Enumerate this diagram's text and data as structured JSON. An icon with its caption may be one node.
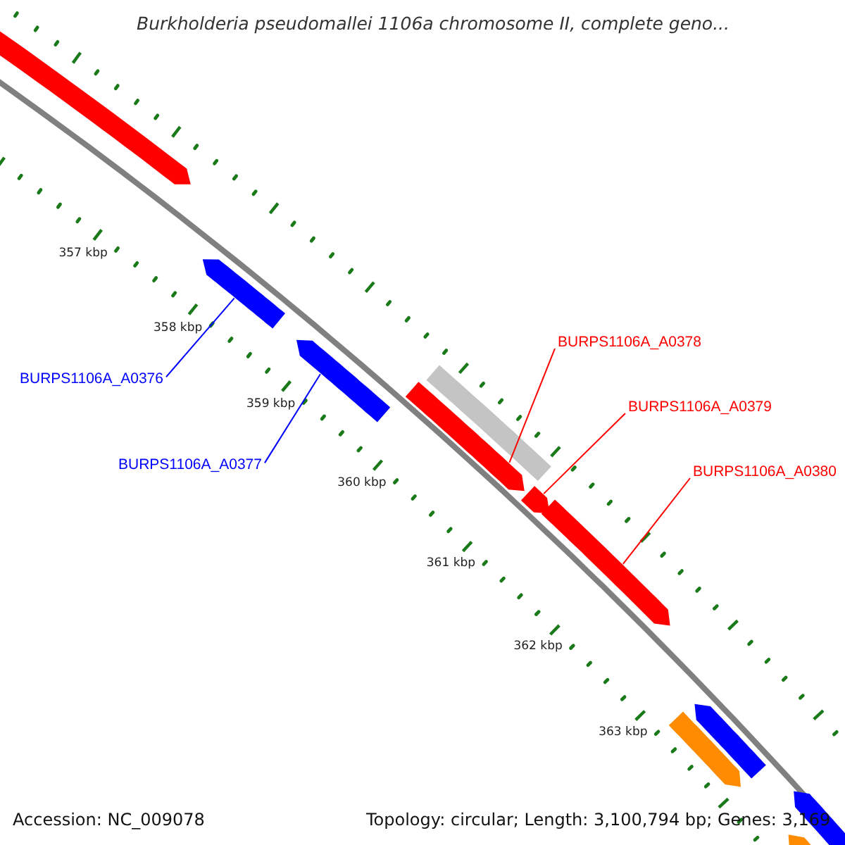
{
  "diagram": {
    "title": "Burkholderia pseudomallei 1106a chromosome II, complete geno...",
    "nodes": [
      {
        "text": [
          "BURPS1106A_A0376"
        ]
      },
      {
        "text": [
          "BURPS1106A_A0377"
        ]
      },
      {
        "text": [
          "BURPS1106A_A0378"
        ]
      },
      {
        "text": [
          "BURPS1106A_A0379"
        ]
      },
      {
        "text": [
          "BURPS1106A_A0380"
        ]
      },
      {
        "text": [],
        "shape": "arrow"
      },
      {
        "text": [],
        "shape": "arrow"
      },
      {
        "text": [],
        "shape": "arrow"
      },
      {
        "text": [],
        "shape": "arrow"
      },
      {
        "text": [],
        "shape": "arrow"
      },
      {
        "text": [],
        "shape": "arrow"
      },
      {
        "text": [],
        "shape": "bar"
      },
      {
        "text": [],
        "shape": "arrow"
      },
      {
        "text": [],
        "shape": "arrow"
      },
      {
        "text": [],
        "shape": "arrow"
      },
      {
        "text": [],
        "shape": "arrow"
      }
    ],
    "edges": [
      {
        "from": 0,
        "to": 5,
        "arrow": "none",
        "color": "#0000ff"
      },
      {
        "from": 1,
        "to": 6,
        "arrow": "none",
        "color": "#0000ff"
      },
      {
        "from": 2,
        "to": 7,
        "arrow": "none"
      },
      {
        "from": 3,
        "to": 8,
        "arrow": "none"
      },
      {
        "from": 4,
        "to": 9,
        "arrow": "none"
      }
    ],
    "labels": [
      "357 kbp",
      "358 kbp",
      "359 kbp",
      "360 kbp",
      "361 kbp",
      "362 kbp",
      "363 kbp",
      "Accession: NC_009078",
      "Topology: circular; Length: 3,100,794 bp; Genes: 3,169"
    ]
  }
}
